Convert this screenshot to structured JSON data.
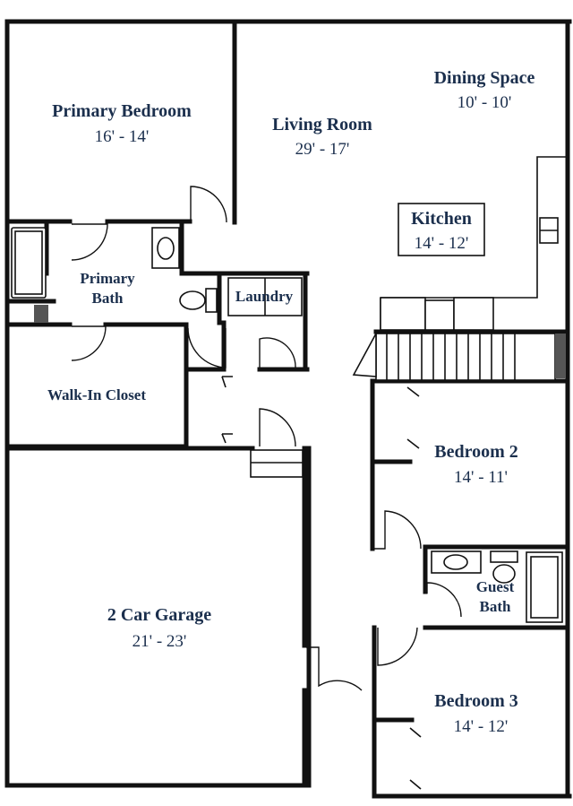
{
  "rooms": {
    "primary_bedroom": {
      "name": "Primary Bedroom",
      "dims": "16' - 14'"
    },
    "living_room": {
      "name": "Living Room",
      "dims": "29' - 17'"
    },
    "dining_space": {
      "name": "Dining Space",
      "dims": "10' - 10'"
    },
    "kitchen": {
      "name": "Kitchen",
      "dims": "14' - 12'"
    },
    "primary_bath": {
      "line1": "Primary",
      "line2": "Bath"
    },
    "laundry": {
      "name": "Laundry"
    },
    "walk_in_closet": {
      "name": "Walk-In Closet"
    },
    "bedroom_2": {
      "name": "Bedroom 2",
      "dims": "14' - 11'"
    },
    "guest_bath": {
      "line1": "Guest",
      "line2": "Bath"
    },
    "garage": {
      "name": "2 Car Garage",
      "dims": "21' - 23'"
    },
    "bedroom_3": {
      "name": "Bedroom 3",
      "dims": "14' - 12'"
    }
  }
}
